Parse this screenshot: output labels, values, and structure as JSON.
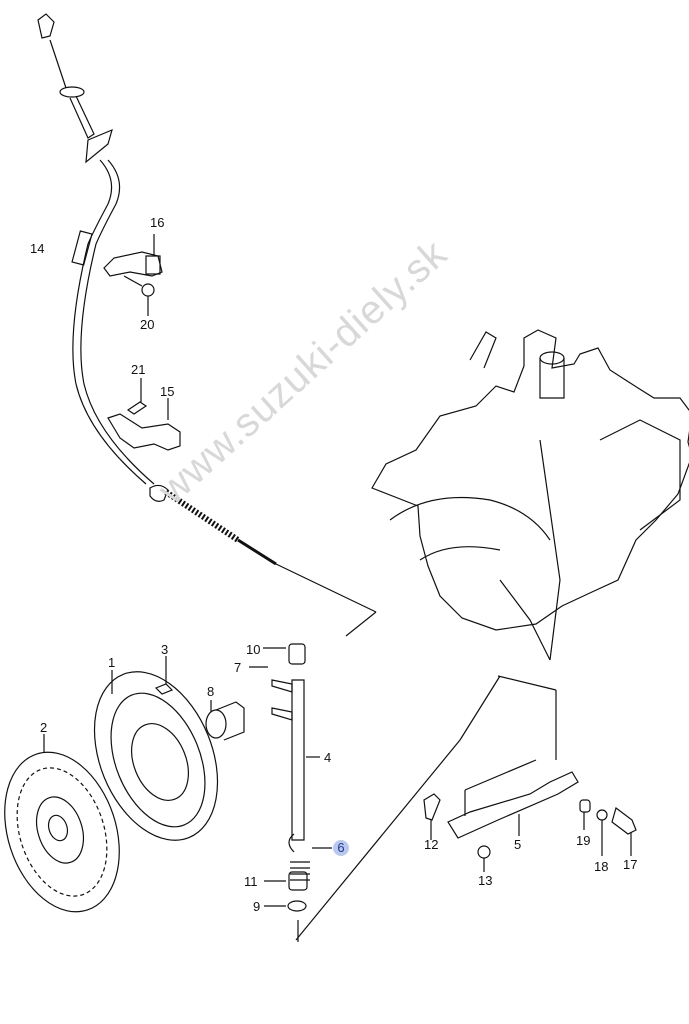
{
  "diagram": {
    "type": "exploded-parts-diagram",
    "subject": "clutch cable, clutch, release fork shaft and transmission",
    "watermark": "www.suzuki-diely.sk",
    "highlighted_callout": "6",
    "callouts": [
      {
        "id": "1",
        "part": "clutch cover"
      },
      {
        "id": "2",
        "part": "clutch disc"
      },
      {
        "id": "3",
        "part": "bolt"
      },
      {
        "id": "4",
        "part": "release shaft"
      },
      {
        "id": "5",
        "part": "release lever"
      },
      {
        "id": "6",
        "part": "return spring"
      },
      {
        "id": "7",
        "part": "pin"
      },
      {
        "id": "8",
        "part": "release bearing"
      },
      {
        "id": "9",
        "part": "seal"
      },
      {
        "id": "10",
        "part": "bushing upper"
      },
      {
        "id": "11",
        "part": "bushing lower"
      },
      {
        "id": "12",
        "part": "bolt"
      },
      {
        "id": "13",
        "part": "nut"
      },
      {
        "id": "14",
        "part": "clutch cable"
      },
      {
        "id": "15",
        "part": "bracket"
      },
      {
        "id": "16",
        "part": "bracket"
      },
      {
        "id": "17",
        "part": "clip"
      },
      {
        "id": "18",
        "part": "bushing"
      },
      {
        "id": "19",
        "part": "pin"
      },
      {
        "id": "20",
        "part": "nut"
      },
      {
        "id": "21",
        "part": "bolt"
      }
    ]
  }
}
